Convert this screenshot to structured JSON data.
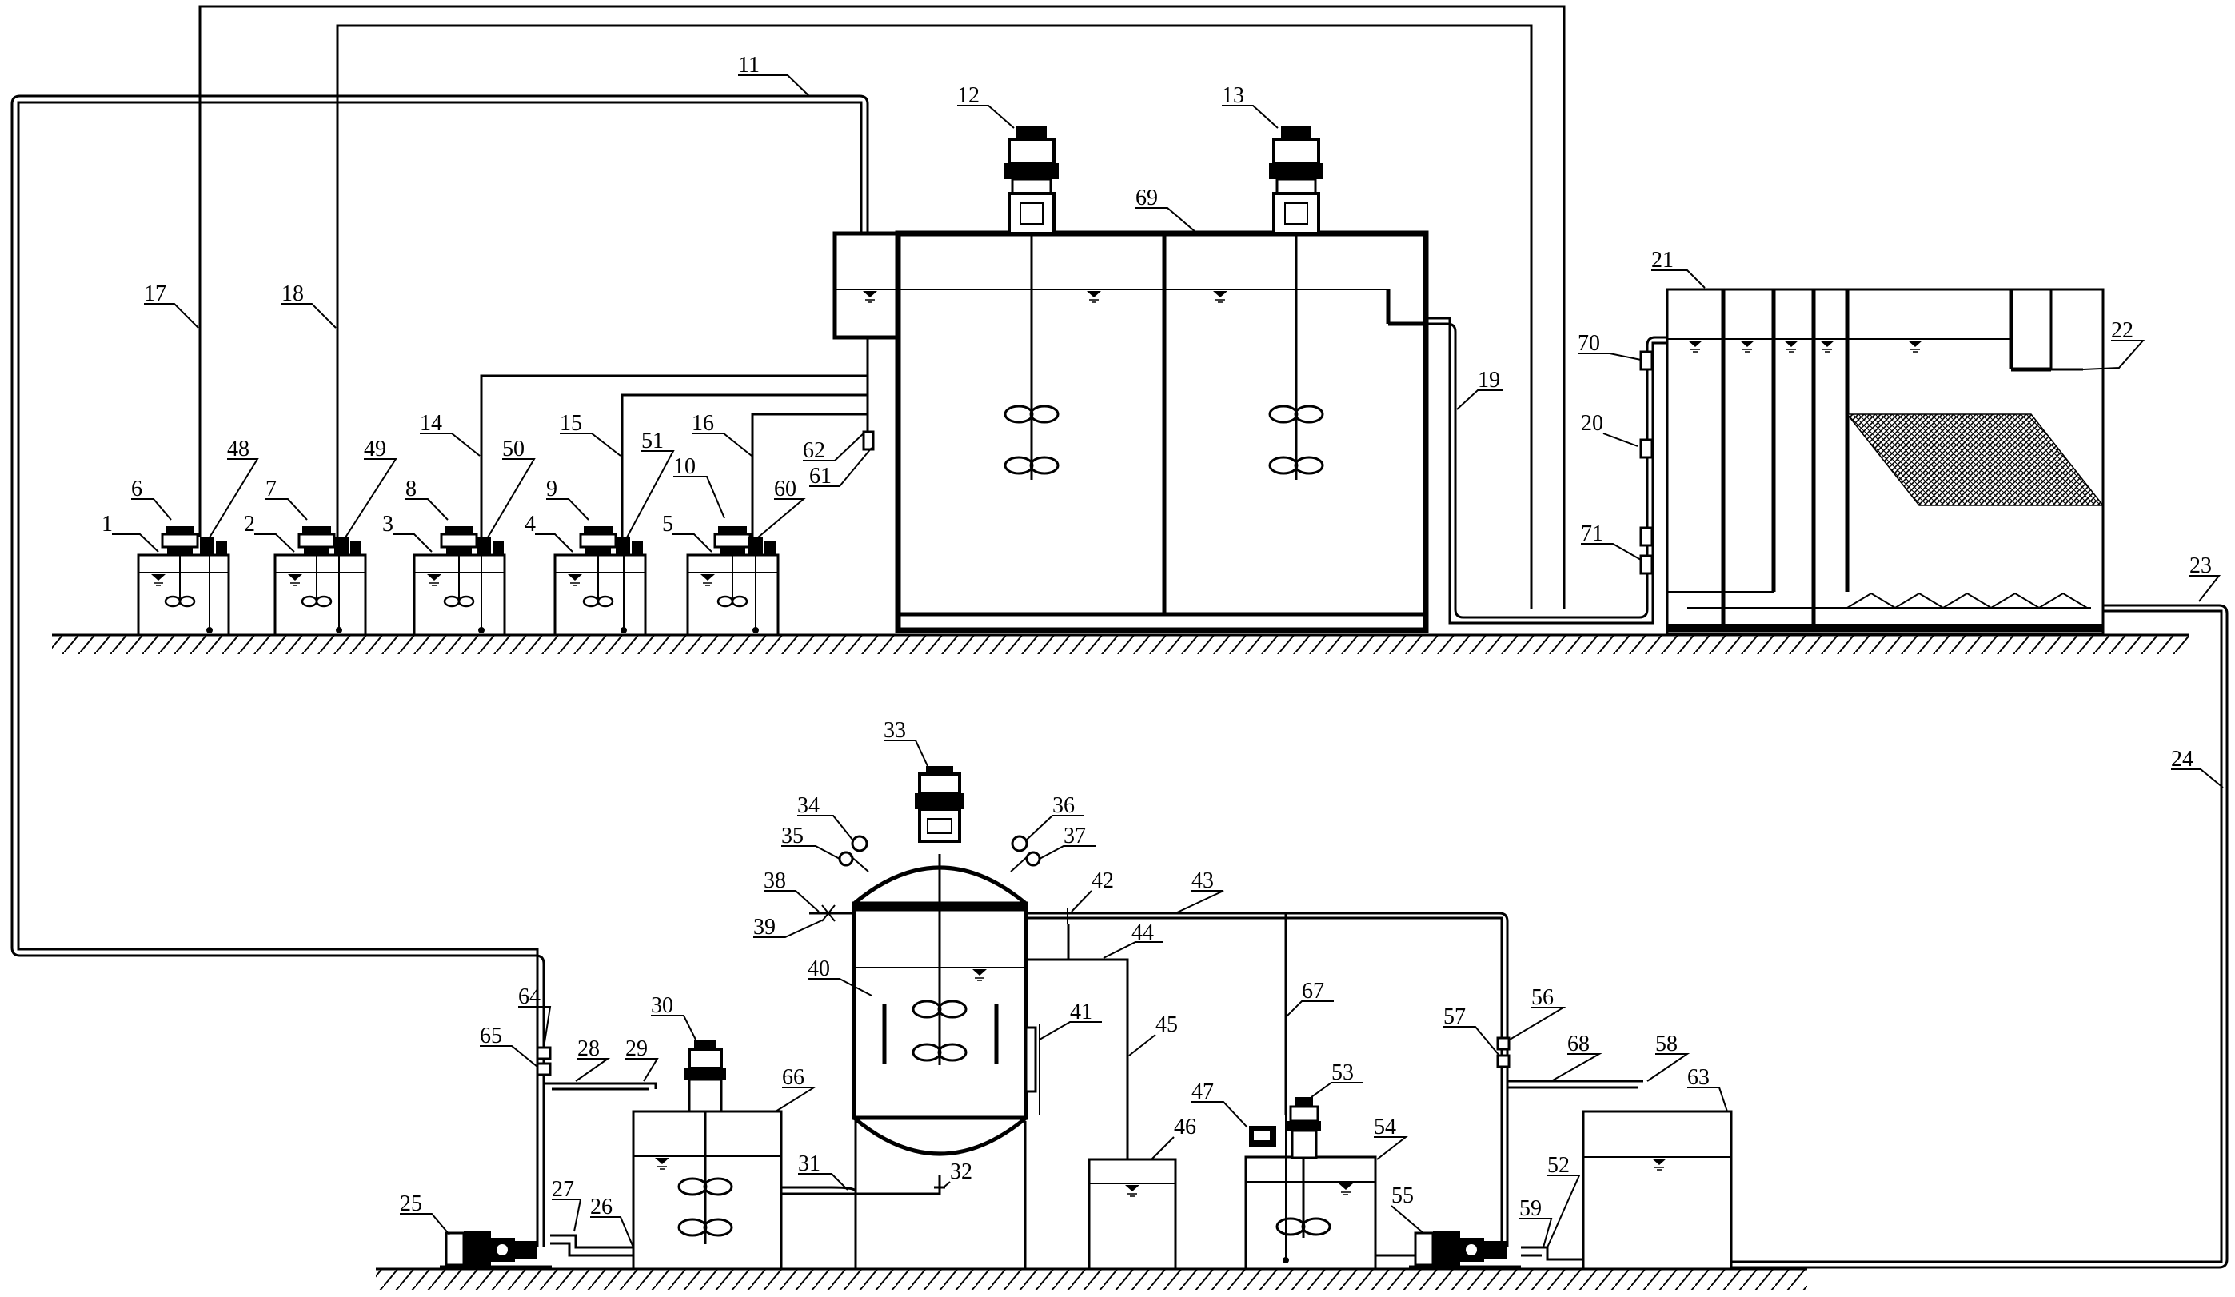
{
  "labels": [
    {
      "id": "1",
      "text": "1"
    },
    {
      "id": "2",
      "text": "2"
    },
    {
      "id": "3",
      "text": "3"
    },
    {
      "id": "4",
      "text": "4"
    },
    {
      "id": "5",
      "text": "5"
    },
    {
      "id": "6",
      "text": "6"
    },
    {
      "id": "7",
      "text": "7"
    },
    {
      "id": "8",
      "text": "8"
    },
    {
      "id": "9",
      "text": "9"
    },
    {
      "id": "10",
      "text": "10"
    },
    {
      "id": "11",
      "text": "11"
    },
    {
      "id": "12",
      "text": "12"
    },
    {
      "id": "13",
      "text": "13"
    },
    {
      "id": "14",
      "text": "14"
    },
    {
      "id": "15",
      "text": "15"
    },
    {
      "id": "16",
      "text": "16"
    },
    {
      "id": "17",
      "text": "17"
    },
    {
      "id": "18",
      "text": "18"
    },
    {
      "id": "19",
      "text": "19"
    },
    {
      "id": "20",
      "text": "20"
    },
    {
      "id": "21",
      "text": "21"
    },
    {
      "id": "22",
      "text": "22"
    },
    {
      "id": "23",
      "text": "23"
    },
    {
      "id": "24",
      "text": "24"
    },
    {
      "id": "25",
      "text": "25"
    },
    {
      "id": "26",
      "text": "26"
    },
    {
      "id": "27",
      "text": "27"
    },
    {
      "id": "28",
      "text": "28"
    },
    {
      "id": "29",
      "text": "29"
    },
    {
      "id": "30",
      "text": "30"
    },
    {
      "id": "31",
      "text": "31"
    },
    {
      "id": "32",
      "text": "32"
    },
    {
      "id": "33",
      "text": "33"
    },
    {
      "id": "34",
      "text": "34"
    },
    {
      "id": "35",
      "text": "35"
    },
    {
      "id": "36",
      "text": "36"
    },
    {
      "id": "37",
      "text": "37"
    },
    {
      "id": "38",
      "text": "38"
    },
    {
      "id": "39",
      "text": "39"
    },
    {
      "id": "40",
      "text": "40"
    },
    {
      "id": "41",
      "text": "41"
    },
    {
      "id": "42",
      "text": "42"
    },
    {
      "id": "43",
      "text": "43"
    },
    {
      "id": "44",
      "text": "44"
    },
    {
      "id": "45",
      "text": "45"
    },
    {
      "id": "46",
      "text": "46"
    },
    {
      "id": "47",
      "text": "47"
    },
    {
      "id": "48",
      "text": "48"
    },
    {
      "id": "49",
      "text": "49"
    },
    {
      "id": "50",
      "text": "50"
    },
    {
      "id": "51",
      "text": "51"
    },
    {
      "id": "52",
      "text": "52"
    },
    {
      "id": "53",
      "text": "53"
    },
    {
      "id": "54",
      "text": "54"
    },
    {
      "id": "55",
      "text": "55"
    },
    {
      "id": "56",
      "text": "56"
    },
    {
      "id": "57",
      "text": "57"
    },
    {
      "id": "58",
      "text": "58"
    },
    {
      "id": "59",
      "text": "59"
    },
    {
      "id": "60",
      "text": "60"
    },
    {
      "id": "61",
      "text": "61"
    },
    {
      "id": "62",
      "text": "62"
    },
    {
      "id": "63",
      "text": "63"
    },
    {
      "id": "64",
      "text": "64"
    },
    {
      "id": "65",
      "text": "65"
    },
    {
      "id": "66",
      "text": "66"
    },
    {
      "id": "67",
      "text": "67"
    },
    {
      "id": "68",
      "text": "68"
    },
    {
      "id": "69",
      "text": "69"
    },
    {
      "id": "70",
      "text": "70"
    },
    {
      "id": "71",
      "text": "71"
    }
  ]
}
